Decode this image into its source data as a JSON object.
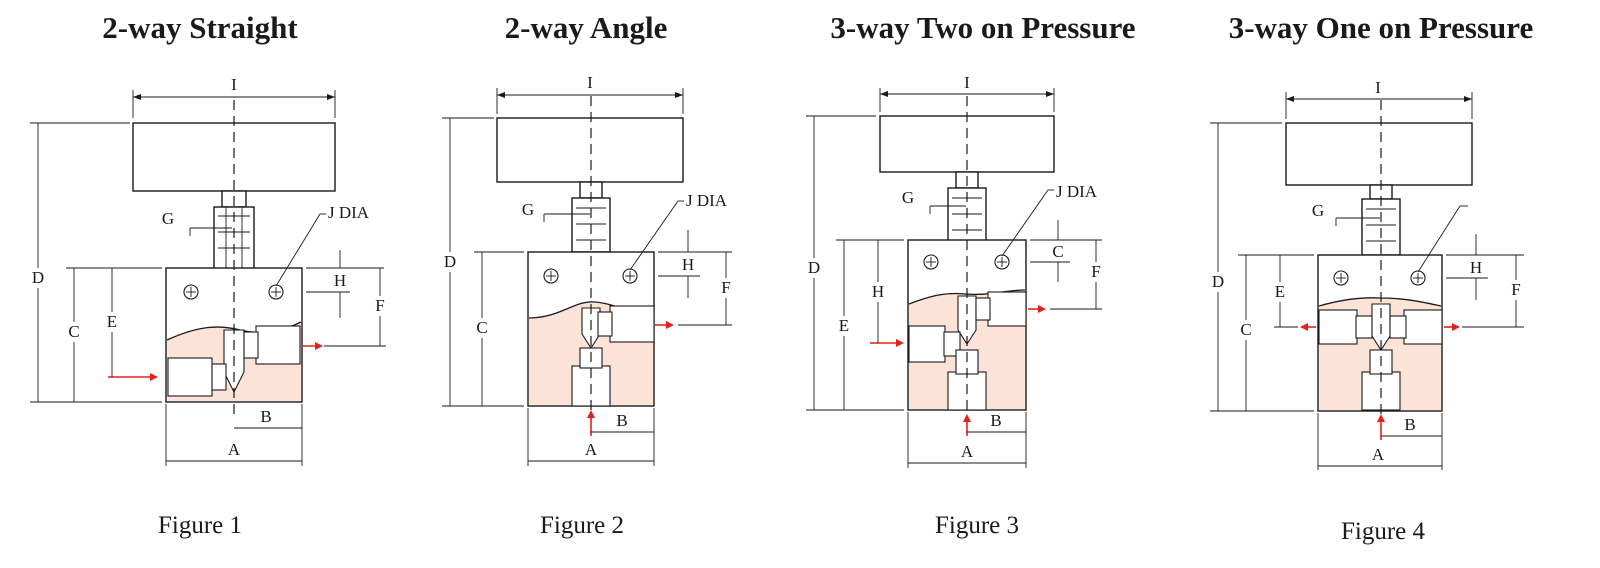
{
  "figures": [
    {
      "title": "2-way Straight",
      "caption": "Figure 1",
      "dimension_labels": [
        "I",
        "G",
        "J DIA",
        "D",
        "H",
        "C",
        "E",
        "F",
        "B",
        "A"
      ]
    },
    {
      "title": "2-way Angle",
      "caption": "Figure 2",
      "dimension_labels": [
        "I",
        "G",
        "J DIA",
        "D",
        "H",
        "C",
        "F",
        "B",
        "A"
      ]
    },
    {
      "title": "3-way Two on Pressure",
      "caption": "Figure 3",
      "dimension_labels": [
        "I",
        "G",
        "J DIA",
        "D",
        "H",
        "E",
        "C",
        "F",
        "B",
        "A"
      ]
    },
    {
      "title": "3-way One on Pressure",
      "caption": "Figure 4",
      "dimension_labels": [
        "I",
        "G",
        "D",
        "H",
        "E",
        "C",
        "F",
        "B",
        "A"
      ]
    }
  ],
  "colors": {
    "tint": "#fbe3d7",
    "flow_arrow": "#e4201c",
    "line": "#1a1a1a"
  }
}
